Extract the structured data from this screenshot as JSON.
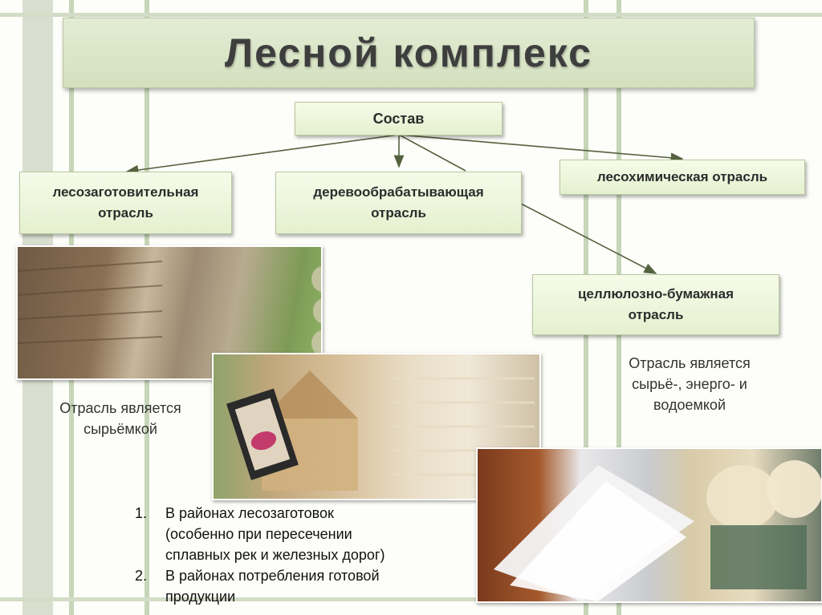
{
  "title": "Лесной  комплекс",
  "root": "Состав",
  "branches": {
    "logging": [
      "лесозаготовительная",
      "отрасль"
    ],
    "woodworking": [
      "деревообрабатывающая",
      "отрасль"
    ],
    "chemical": "лесохимическая отрасль",
    "pulp": [
      "целлюлозно-бумажная",
      "отрасль"
    ]
  },
  "notes": {
    "logging": [
      "Отрасль является",
      "сырьёмкой"
    ],
    "pulp": [
      "Отрасль является",
      "сырьё-, энерго- и",
      "водоемкой"
    ]
  },
  "list": [
    {
      "num": "1.",
      "lines": [
        "В  районах  лесозаготовок",
        "(особенно  при  пересечении",
        "сплавных  рек  и  железных  дорог)"
      ]
    },
    {
      "num": "2.",
      "lines": [
        "В  районах  потребления  готовой",
        "продукции"
      ]
    }
  ],
  "colors": {
    "box_fill": "#e5f0cf",
    "arrow": "#55623f",
    "title": "#3e3e3e"
  }
}
